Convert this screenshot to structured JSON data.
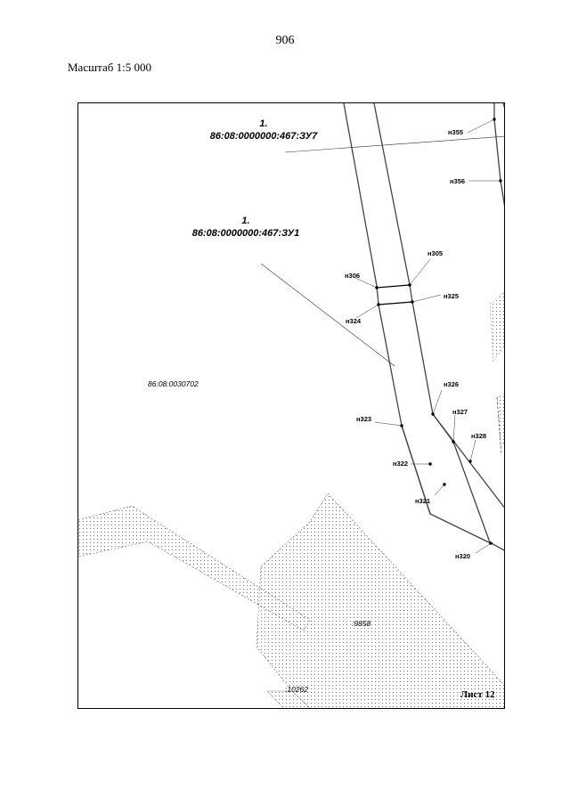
{
  "page_number": "906",
  "scale_label": "Масштаб 1:5 000",
  "plot_titles": [
    {
      "num": "1.",
      "code": "86:08:0000000:467:ЗУ7"
    },
    {
      "num": "1.",
      "code": "86:08:0000000:467:ЗУ1"
    }
  ],
  "block_label": "86:08:0030702",
  "parcel_labels": [
    ":9858",
    ":10262"
  ],
  "point_labels": [
    "н355",
    "н356",
    "н305",
    "н306",
    "н325",
    "н324",
    "н326",
    "н327",
    "н323",
    "н328",
    "н322",
    "н321",
    "н320"
  ],
  "sheet_label": "Лист 12"
}
